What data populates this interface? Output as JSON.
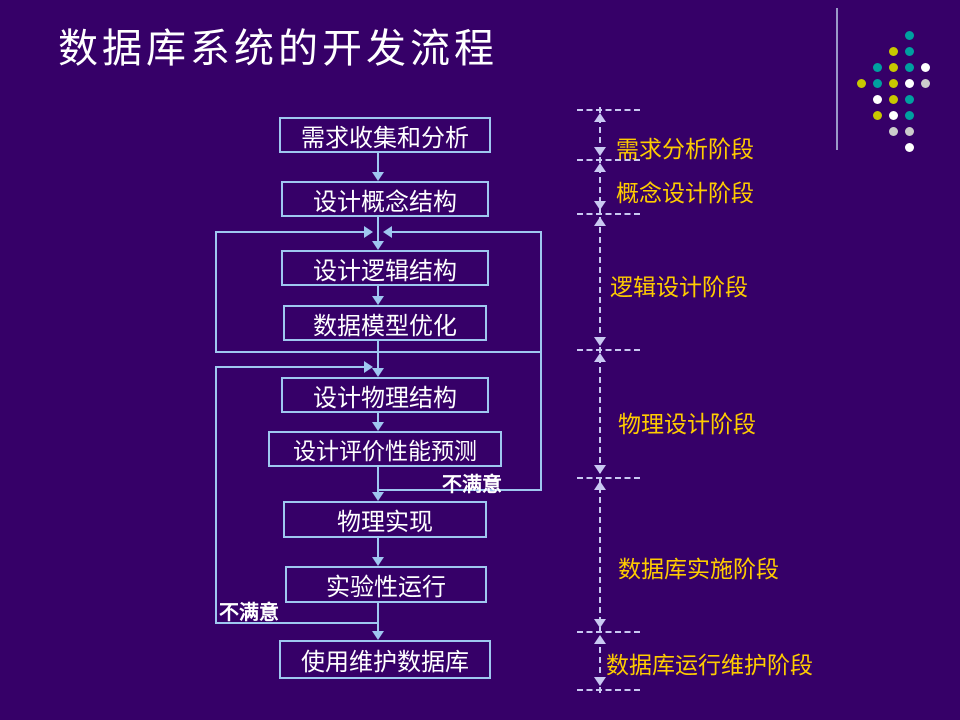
{
  "slide": {
    "title": "数据库系统的开发流程"
  },
  "flow": {
    "boxes": [
      {
        "label": "需求收集和分析"
      },
      {
        "label": "设计概念结构"
      },
      {
        "label": "设计逻辑结构"
      },
      {
        "label": "数据模型优化"
      },
      {
        "label": "设计物理结构"
      },
      {
        "label": "设计评价性能预测"
      },
      {
        "label": "物理实现"
      },
      {
        "label": "实验性运行"
      },
      {
        "label": "使用维护数据库"
      }
    ],
    "feedback": {
      "right": "不满意",
      "left": "不满意"
    }
  },
  "phases": [
    {
      "label": "需求分析阶段"
    },
    {
      "label": "概念设计阶段"
    },
    {
      "label": "逻辑设计阶段"
    },
    {
      "label": "物理设计阶段"
    },
    {
      "label": "数据库实施阶段"
    },
    {
      "label": "数据库运行维护阶段"
    }
  ],
  "colors": {
    "background": "#360068",
    "title_text": "#ffffff",
    "box_border": "#9fc7f0",
    "box_text": "#ffffff",
    "flow_line": "#9fc7f0",
    "timeline": "#c9c9f2",
    "phase_label": "#ffcc00",
    "dot_teal": "#00a0a0",
    "dot_yellow": "#c8c800",
    "dot_white": "#ffffff",
    "dot_gray": "#cccccc"
  }
}
